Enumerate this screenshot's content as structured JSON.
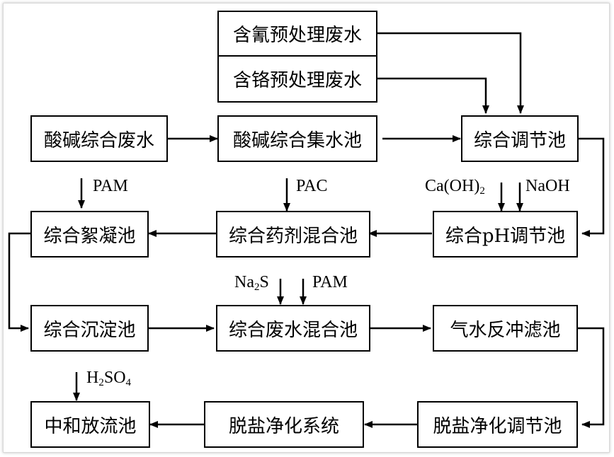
{
  "boxes": {
    "cyanide_wastewater": "含氰预处理废水",
    "chromium_wastewater": "含铬预处理废水",
    "acid_alkali_wastewater": "酸碱综合废水",
    "acid_alkali_collection_tank": "酸碱综合集水池",
    "equalization_tank": "综合调节池",
    "ph_adjustment_tank": "综合pH调节池",
    "chemical_mixing_tank": "综合药剂混合池",
    "flocculation_tank": "综合絮凝池",
    "sedimentation_tank": "综合沉淀池",
    "wastewater_mixing_tank": "综合废水混合池",
    "backwash_filter": "气水反冲滤池",
    "desalination_equalization_tank": "脱盐净化调节池",
    "desalination_system": "脱盐净化系统",
    "neutralization_discharge_tank": "中和放流池"
  },
  "reagents": {
    "pam_1": "PAM",
    "pac": "PAC",
    "caoh2_main": "Ca(OH)",
    "caoh2_sub": "2",
    "naoh": "NaOH",
    "na2s_a": "Na",
    "na2s_sub": "2",
    "na2s_b": "S",
    "pam_2": "PAM",
    "h2so4_a": "H",
    "h2so4_sub1": "2",
    "h2so4_b": "SO",
    "h2so4_sub2": "4"
  }
}
